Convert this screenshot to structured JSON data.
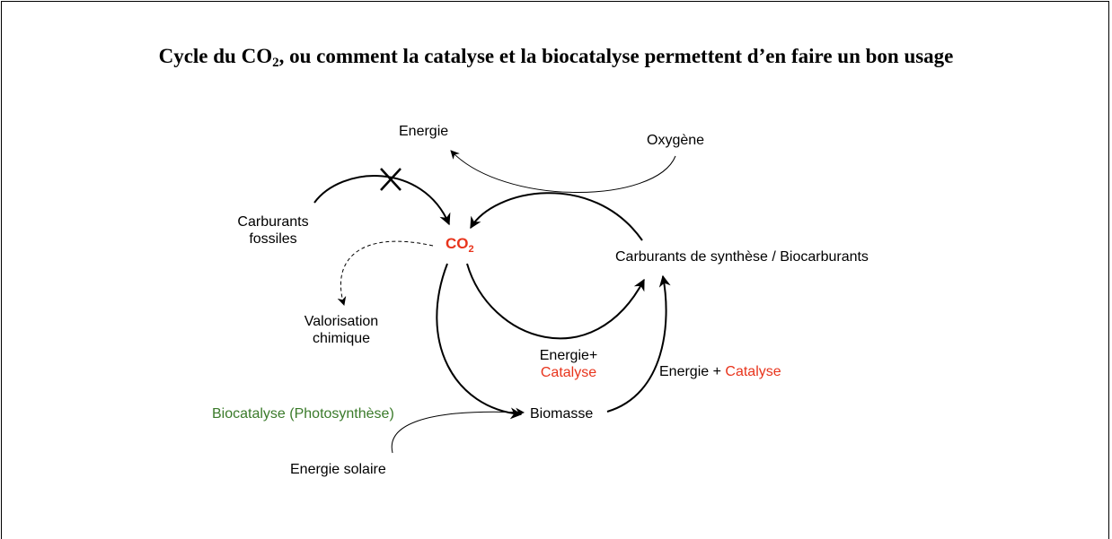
{
  "title": {
    "prefix": "Cycle du CO",
    "subscript": "2",
    "suffix": ", ou comment la catalyse et la biocatalyse permettent d’en faire un bon usage"
  },
  "nodes": {
    "energie": "Energie",
    "oxygene": "Oxygène",
    "carburants_fossiles_line1": "Carburants",
    "carburants_fossiles_line2": "fossiles",
    "co2_main": "CO",
    "co2_sub": "2",
    "carburants_synthese": "Carburants de synthèse / Biocarburants",
    "valorisation_line1": "Valorisation",
    "valorisation_line2": "chimique",
    "energie_plus": "Energie+",
    "catalyse_1": "Catalyse",
    "energie_plus_2": "Energie + ",
    "catalyse_2": "Catalyse",
    "biocatalyse": "Biocatalyse (Photosynthèse)",
    "biomasse": "Biomasse",
    "energie_solaire": "Energie solaire"
  },
  "colors": {
    "accent_red": "#e8341c",
    "biocatalyse_green": "#3a7a2a",
    "line": "#000000"
  }
}
